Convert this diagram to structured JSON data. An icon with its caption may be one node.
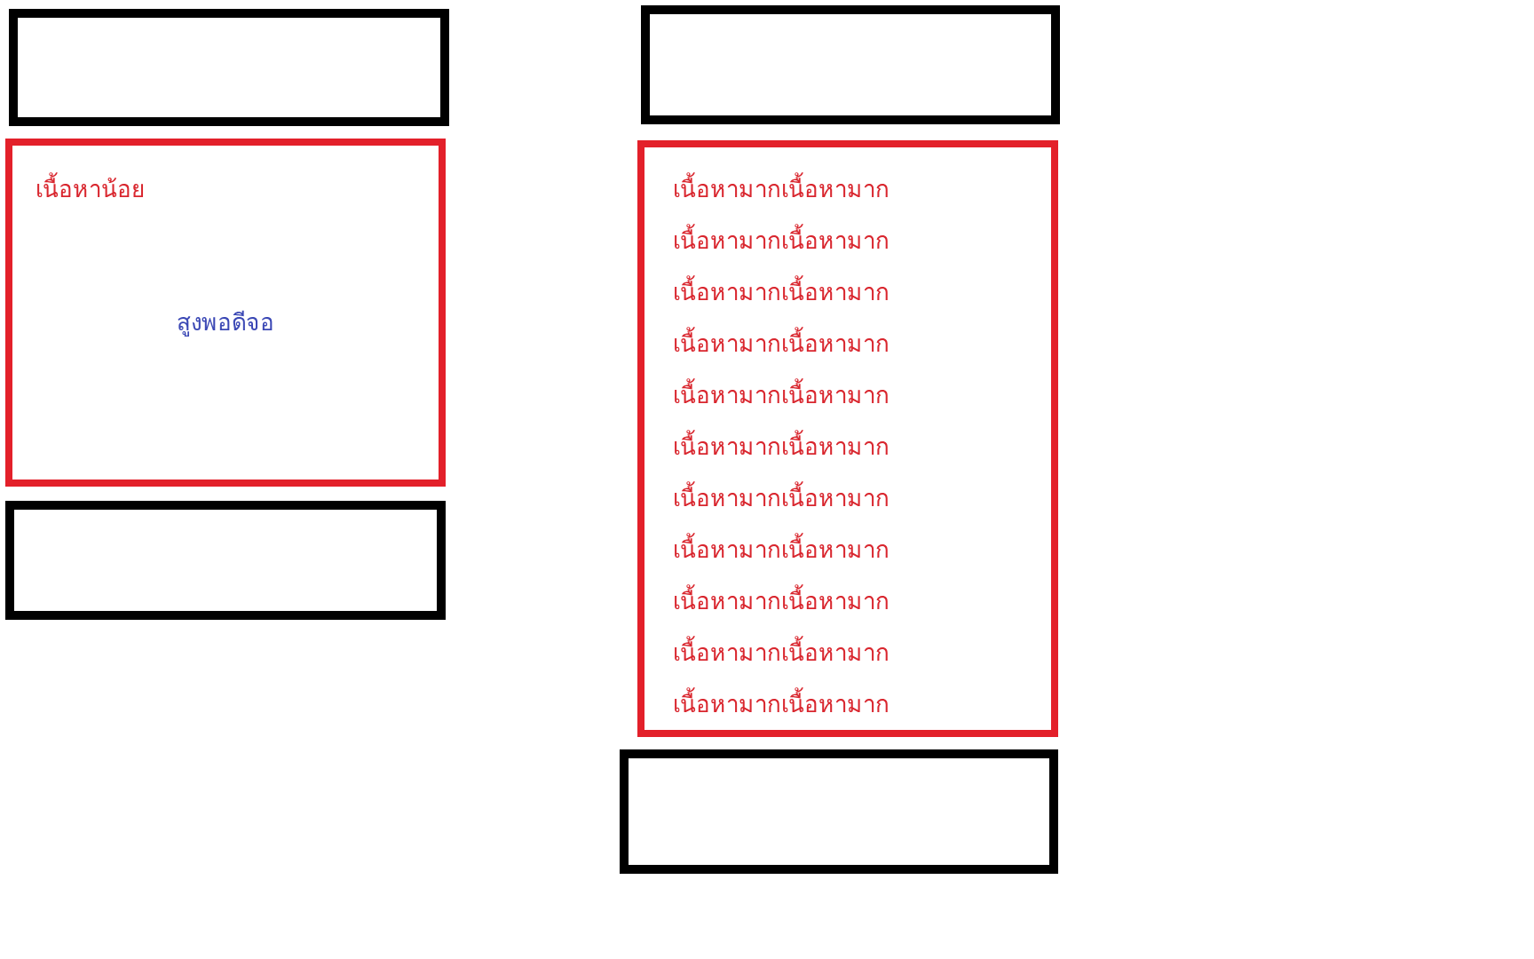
{
  "diagram": {
    "nodes": [
      {
        "text": [],
        "shape": "box"
      },
      {
        "text": [
          "เนื้อหาน้อย",
          "สูงพอดีจอ"
        ]
      },
      {
        "text": [],
        "shape": "box"
      },
      {
        "text": [],
        "shape": "box"
      },
      {
        "text": [
          "เนื้อหามากเนื้อหามาก",
          "เนื้อหามากเนื้อหามาก",
          "เนื้อหามากเนื้อหามาก",
          "เนื้อหามากเนื้อหามาก",
          "เนื้อหามากเนื้อหามาก",
          "เนื้อหามากเนื้อหามาก",
          "เนื้อหามากเนื้อหามาก",
          "เนื้อหามากเนื้อหามาก",
          "เนื้อหามากเนื้อหามาก",
          "เนื้อหามากเนื้อหามาก",
          "เนื้อหามากเนื้อหามาก"
        ]
      },
      {
        "text": [],
        "shape": "box"
      }
    ]
  }
}
